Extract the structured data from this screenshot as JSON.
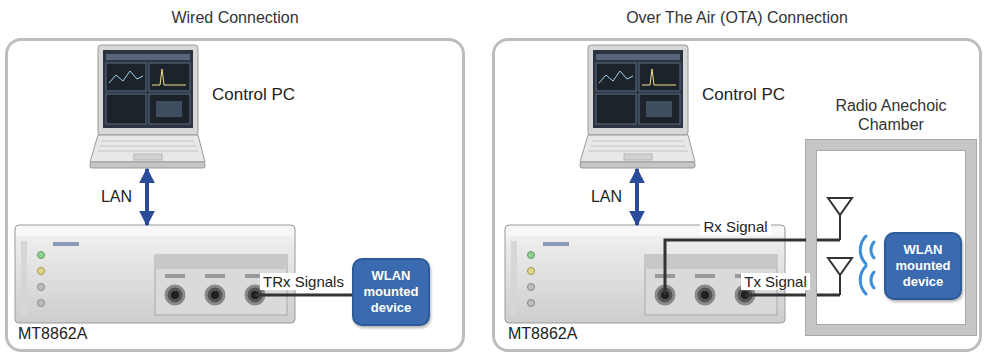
{
  "diagram": {
    "nodes": [
      {
        "text": [
          "Wired Connection"
        ]
      },
      {
        "text": [
          "Control PC"
        ],
        "in": 0
      },
      {
        "text": [
          "MT8862A"
        ],
        "in": 0
      },
      {
        "text": [
          "WLAN mounted device"
        ],
        "in": 0
      },
      {
        "text": [
          "Over The Air (OTA) Connection"
        ]
      },
      {
        "text": [
          "Control PC"
        ],
        "in": 4
      },
      {
        "text": [
          "MT8862A"
        ],
        "in": 4
      },
      {
        "text": [
          "Radio Anechoic Chamber"
        ],
        "in": 4
      },
      {
        "text": [
          "WLAN mounted device"
        ],
        "in": 7
      }
    ],
    "edges": [
      {
        "from": 1,
        "to": 2,
        "label": "LAN",
        "arrow": "both"
      },
      {
        "from": 2,
        "to": 3,
        "label": "TRx Signals",
        "arrow": "none"
      },
      {
        "from": 5,
        "to": 6,
        "label": "LAN",
        "arrow": "both"
      },
      {
        "from": 6,
        "to": 7,
        "label": "Rx Signal",
        "arrow": "none"
      },
      {
        "from": 6,
        "to": 7,
        "label": "Tx Signal",
        "arrow": "none"
      }
    ]
  }
}
